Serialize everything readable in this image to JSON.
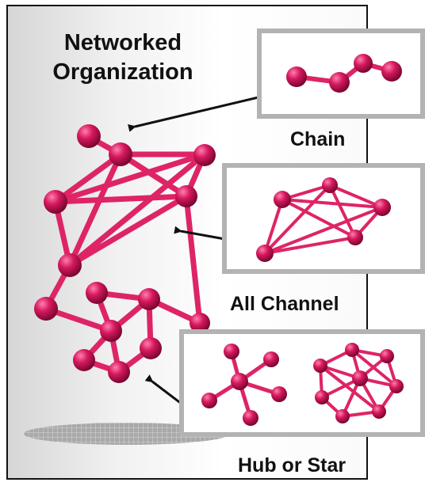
{
  "title": {
    "line1": "Networked",
    "line2": "Organization"
  },
  "labels": {
    "chain": "Chain",
    "all_channel": "All Channel",
    "hub_or_star": "Hub or Star"
  },
  "colors": {
    "node": "#d2175c",
    "edge": "#e02a6a",
    "arrow": "#111111",
    "panel_border": "#b3b3b3"
  }
}
